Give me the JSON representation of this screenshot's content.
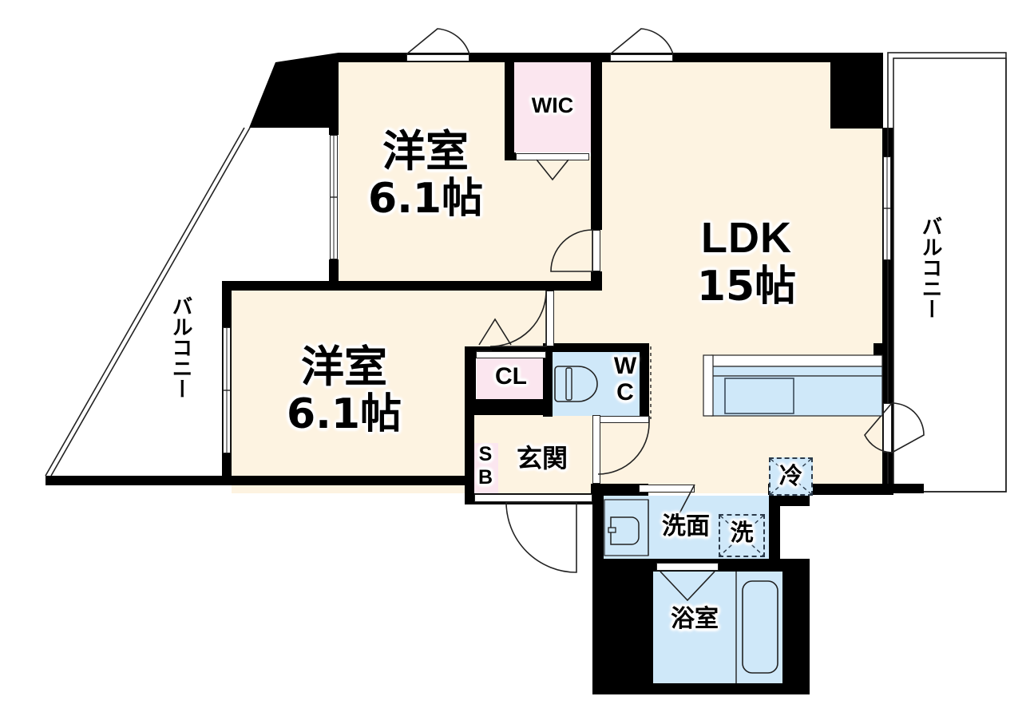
{
  "plan": {
    "title": "Japanese apartment floor plan (2LDK)",
    "colors": {
      "wall": "#000000",
      "room_fill": "#fdf3e1",
      "closet_fill": "#fbe6ef",
      "water_fill": "#cfe8f9",
      "background": "#ffffff",
      "line": "#222222"
    }
  },
  "rooms": [
    {
      "id": "bedroom_north",
      "name": "洋室",
      "size": "6.1帖"
    },
    {
      "id": "bedroom_south",
      "name": "洋室",
      "size": "6.1帖"
    },
    {
      "id": "ldk",
      "name": "LDK",
      "size": "15帖"
    },
    {
      "id": "bath",
      "name": "浴室",
      "size": ""
    },
    {
      "id": "entrance",
      "name": "玄関",
      "size": ""
    }
  ],
  "labels": {
    "bedroom_north_name": "洋室",
    "bedroom_north_size": "6.1帖",
    "bedroom_south_name": "洋室",
    "bedroom_south_size": "6.1帖",
    "ldk_name": "LDK",
    "ldk_size": "15帖",
    "wic": "WIC",
    "cl": "CL",
    "sb_line1": "S",
    "sb_line2": "B",
    "wc_line1": "W",
    "wc_line2": "C",
    "entrance": "玄関",
    "washbasin": "洗面",
    "washer": "洗",
    "fridge": "冷",
    "bath": "浴室",
    "balcony_left": "バルコニー",
    "balcony_right": "バルコニー"
  },
  "fixtures": [
    {
      "id": "toilet",
      "name": "toilet-fixture"
    },
    {
      "id": "sink_vanity",
      "name": "vanity-sink-fixture"
    },
    {
      "id": "bathtub",
      "name": "bathtub-fixture"
    },
    {
      "id": "kitchen_sink",
      "name": "kitchen-sink-fixture"
    },
    {
      "id": "washer_space",
      "name": "washer-space"
    },
    {
      "id": "fridge_space",
      "name": "refrigerator-space"
    }
  ]
}
